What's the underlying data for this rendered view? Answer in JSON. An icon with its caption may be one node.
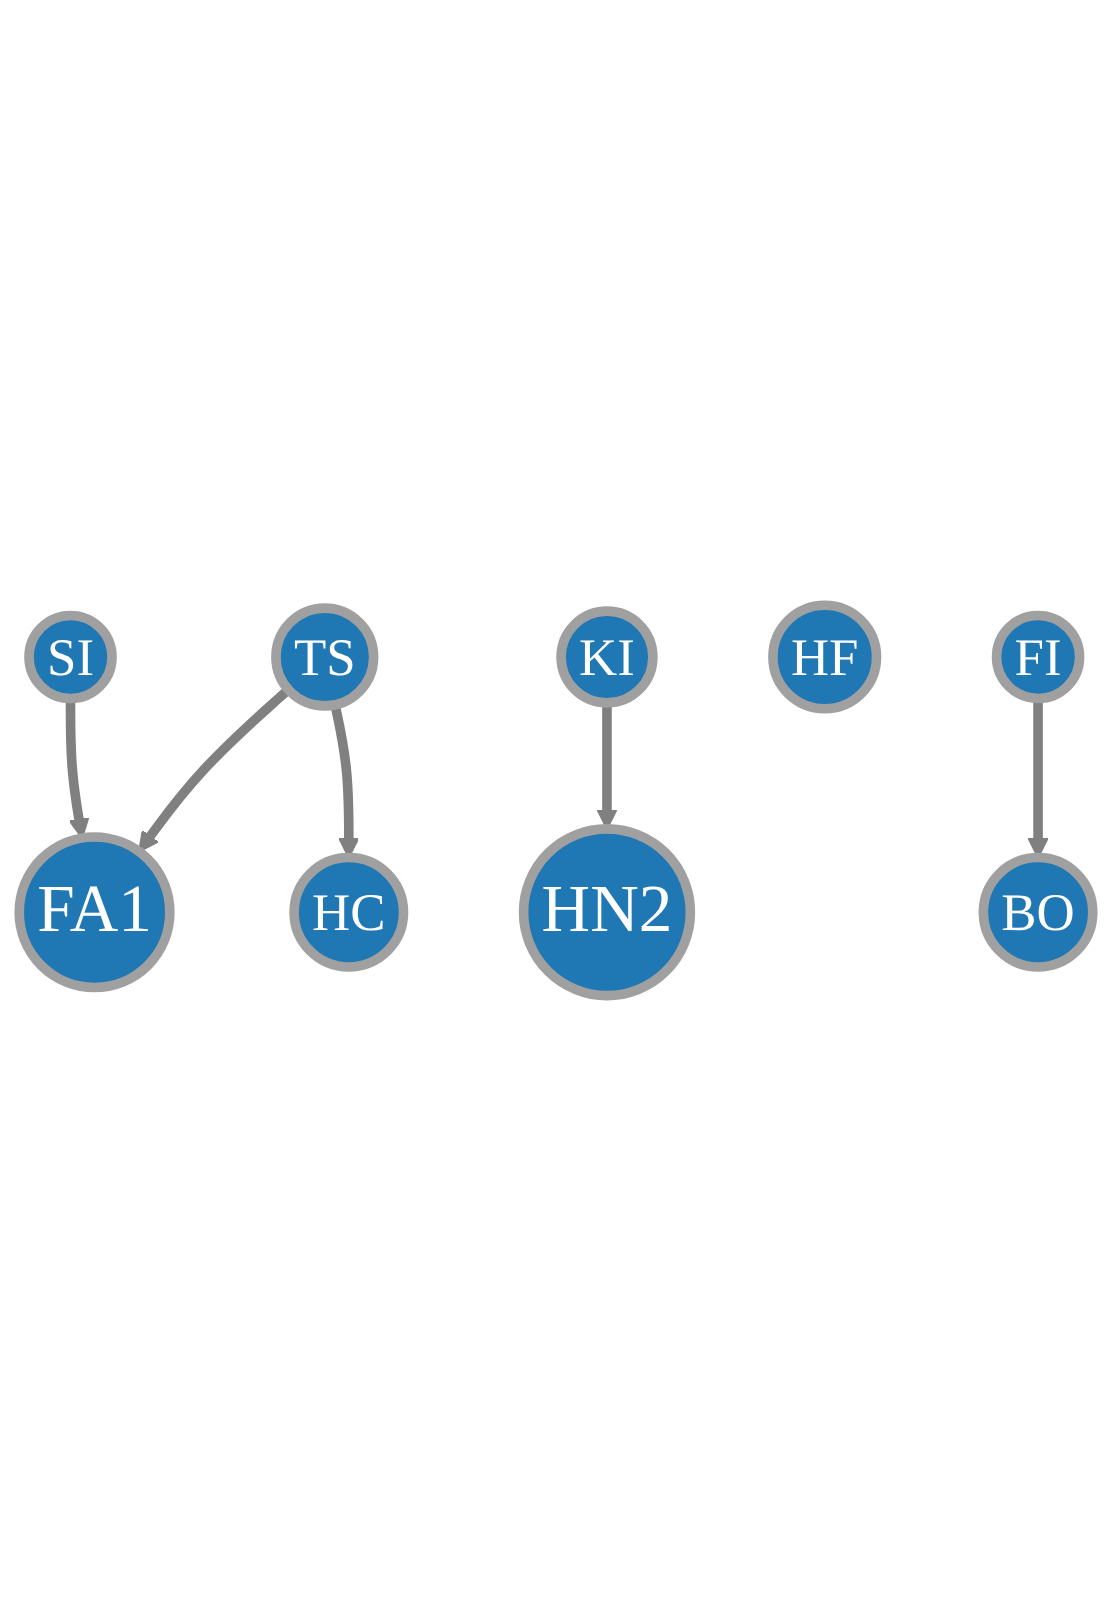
{
  "diagram": {
    "nodes": [
      {
        "text": [
          "FA1"
        ]
      },
      {
        "text": [
          "SI"
        ]
      },
      {
        "text": [
          "TS"
        ]
      },
      {
        "text": [
          "HC"
        ]
      },
      {
        "text": [
          "KI"
        ]
      },
      {
        "text": [
          "HN2"
        ]
      },
      {
        "text": [
          "HF"
        ]
      },
      {
        "text": [
          "FI"
        ]
      },
      {
        "text": [
          "BO"
        ]
      }
    ],
    "edges": [
      {
        "from": 1,
        "to": 0,
        "arrow": "to"
      },
      {
        "from": 2,
        "to": 0,
        "arrow": "to"
      },
      {
        "from": 2,
        "to": 3,
        "arrow": "to"
      },
      {
        "from": 4,
        "to": 5,
        "arrow": "to"
      },
      {
        "from": 7,
        "to": 8,
        "arrow": "to"
      }
    ]
  }
}
